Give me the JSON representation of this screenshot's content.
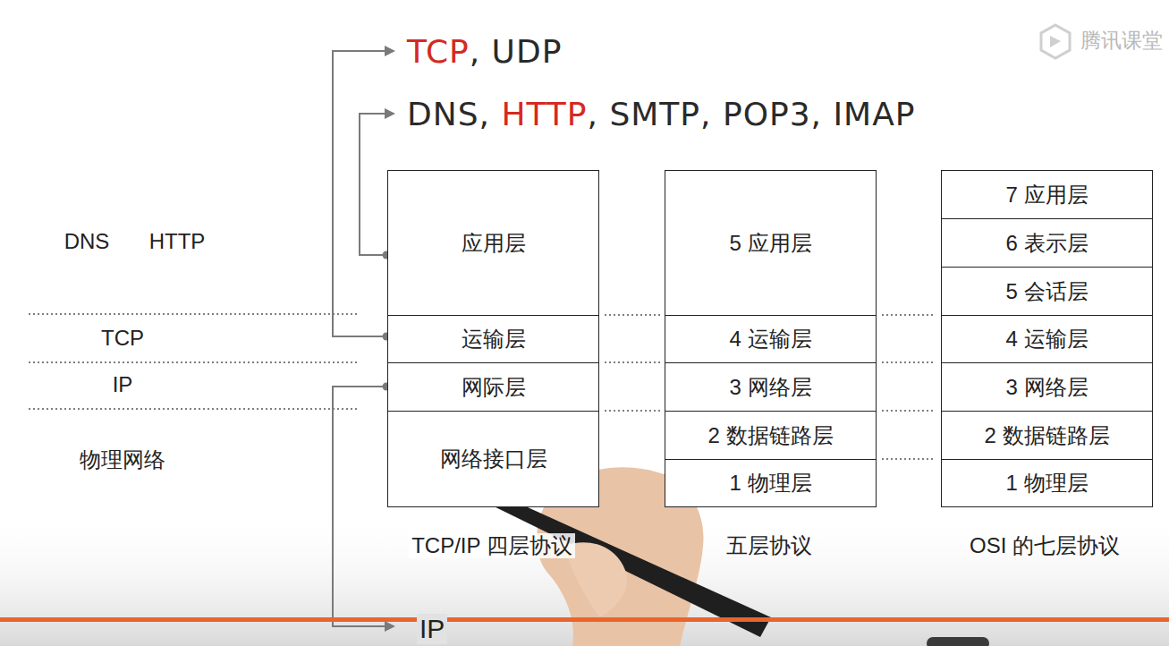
{
  "diagram": {
    "nodes": [
      {
        "text": [
          "应用层"
        ]
      },
      {
        "text": [
          "运输层"
        ]
      },
      {
        "text": [
          "网际层"
        ]
      },
      {
        "text": [
          "网络接口层"
        ]
      },
      {
        "text": [
          "5 应用层"
        ]
      },
      {
        "text": [
          "4 运输层"
        ]
      },
      {
        "text": [
          "3 网络层"
        ]
      },
      {
        "text": [
          "2 数据链路层"
        ]
      },
      {
        "text": [
          "1 物理层"
        ]
      },
      {
        "text": [
          "7 应用层"
        ]
      },
      {
        "text": [
          "6 表示层"
        ]
      },
      {
        "text": [
          "5 会话层"
        ]
      },
      {
        "text": [
          "4 运输层"
        ]
      },
      {
        "text": [
          "3 网络层"
        ]
      },
      {
        "text": [
          "2 数据链路层"
        ]
      },
      {
        "text": [
          "1 物理层"
        ]
      }
    ],
    "labels": [
      "TCP",
      ", UDP",
      "DNS, ",
      "HTTP",
      ", SMTP, POP3, IMAP",
      "DNS",
      "HTTP",
      "TCP",
      "IP",
      "物理网络",
      "TCP/IP 四层协议",
      "五层协议",
      "OSI 的七层协议",
      "IP",
      "腾讯课堂"
    ]
  }
}
